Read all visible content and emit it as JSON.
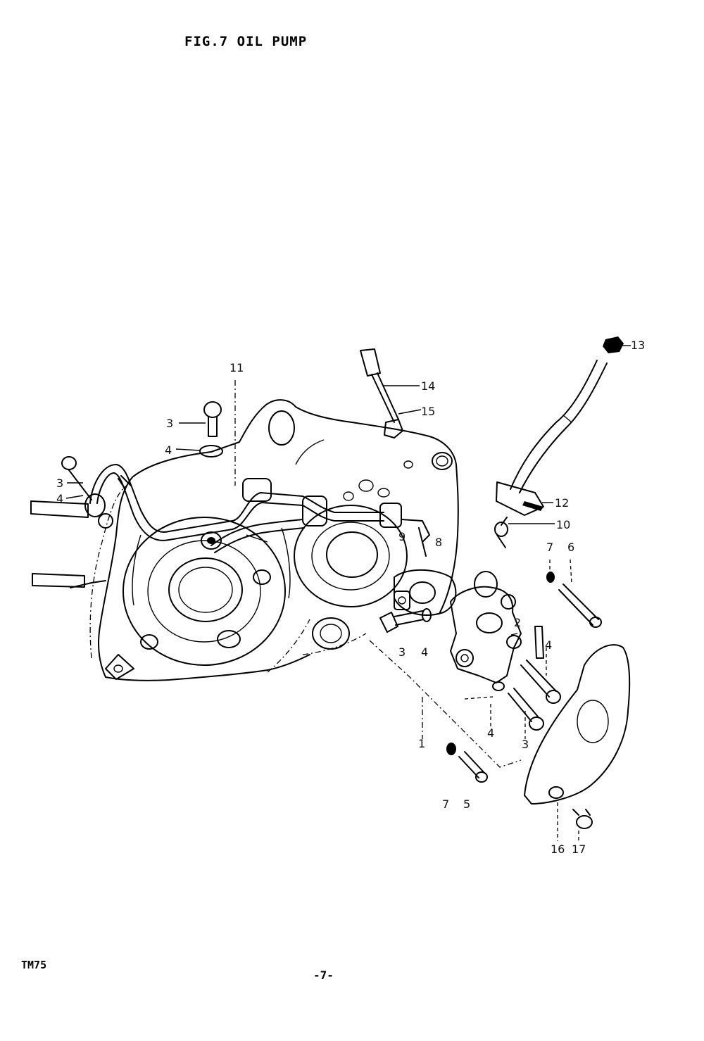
{
  "header": {
    "title": "FIG.7 OIL PUMP"
  },
  "footer": {
    "model": "TM75",
    "page": "-7-"
  },
  "callouts": {
    "c1": "1",
    "c2": "2",
    "c3a": "3",
    "c3b": "3",
    "c3c": "3",
    "c3d": "3",
    "c4a": "4",
    "c4b": "4",
    "c4c": "4",
    "c4d": "4",
    "c4e": "4",
    "c5": "5",
    "c6": "6",
    "c7a": "7",
    "c7b": "7",
    "c8": "8",
    "c9": "9",
    "c10": "10",
    "c11": "11",
    "c12": "12",
    "c13": "13",
    "c14": "14",
    "c15": "15",
    "c16": "16",
    "c17": "17"
  }
}
